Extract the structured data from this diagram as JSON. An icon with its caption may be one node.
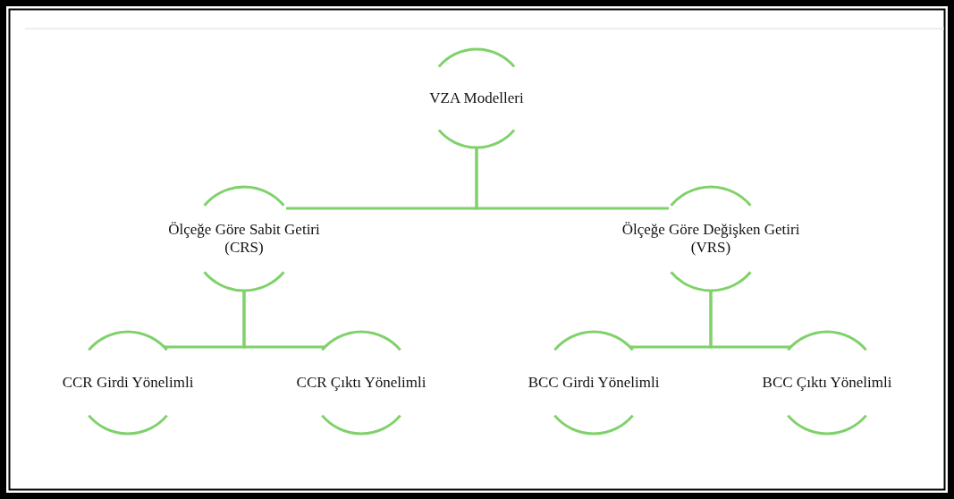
{
  "diagram": {
    "nodes": [
      {
        "text": [
          "VZA Modelleri"
        ]
      },
      {
        "text": [
          "Ölçeğe Göre Sabit Getiri (CRS)"
        ]
      },
      {
        "text": [
          "Ölçeğe Göre Değişken Getiri (VRS)"
        ]
      },
      {
        "text": [
          "CCR Girdi Yönelimli"
        ]
      },
      {
        "text": [
          "CCR Çıktı Yönelimli"
        ]
      },
      {
        "text": [
          "BCC Girdi Yönelimli"
        ]
      },
      {
        "text": [
          "BCC Çıktı Yönelimli"
        ]
      }
    ],
    "edges": [
      {
        "from": 0,
        "to": 1,
        "arrow": "none"
      },
      {
        "from": 0,
        "to": 2,
        "arrow": "none"
      },
      {
        "from": 1,
        "to": 3,
        "arrow": "none"
      },
      {
        "from": 1,
        "to": 4,
        "arrow": "none"
      },
      {
        "from": 2,
        "to": 5,
        "arrow": "none"
      },
      {
        "from": 2,
        "to": 6,
        "arrow": "none"
      }
    ]
  }
}
